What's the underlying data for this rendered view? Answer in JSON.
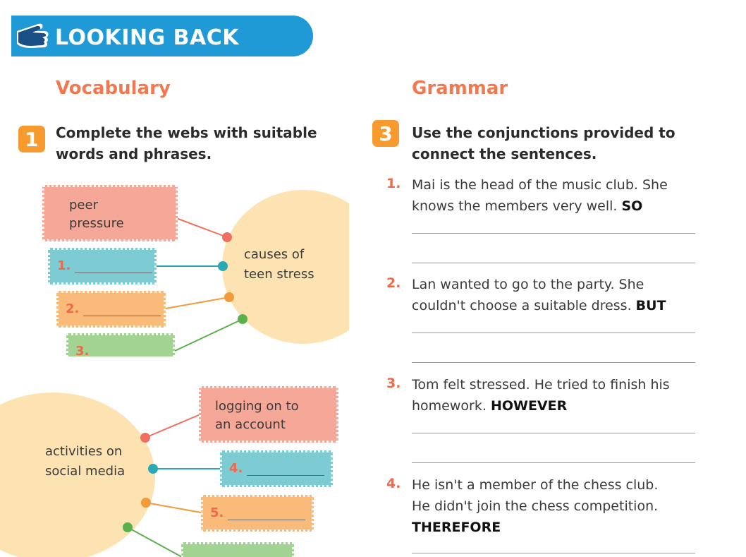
{
  "header": {
    "title": "LOOKING BACK"
  },
  "vocabulary": {
    "title": "Vocabulary",
    "exercise_number": "1",
    "instruction_line1": "Complete the webs with suitable",
    "instruction_line2": "words and phrases.",
    "web1": {
      "center_line1": "causes of",
      "center_line2": "teen stress",
      "example_line1": "peer",
      "example_line2": "pressure",
      "blank1_num": "1.",
      "blank2_num": "2.",
      "blank3_num": "3."
    },
    "web2": {
      "center_line1": "activities on",
      "center_line2": "social media",
      "example_line1": "logging on to",
      "example_line2": "an account",
      "blank4_num": "4.",
      "blank5_num": "5."
    }
  },
  "grammar": {
    "title": "Grammar",
    "exercise_number": "3",
    "instruction_line1": "Use the conjunctions provided to",
    "instruction_line2": "connect the sentences.",
    "questions": [
      {
        "num": "1.",
        "line1": "Mai is the head of the music club. She",
        "line2": "knows the members very well.",
        "conj": "SO"
      },
      {
        "num": "2.",
        "line1": "Lan wanted to go to the party. She",
        "line2": "couldn't choose a suitable dress.",
        "conj": "BUT"
      },
      {
        "num": "3.",
        "line1": "Tom felt stressed. He tried to finish his",
        "line2": "homework.",
        "conj": "HOWEVER"
      },
      {
        "num": "4.",
        "line1": "He isn't a member of the chess club.",
        "line2": "He didn't join the chess competition.",
        "conj": "THEREFORE"
      }
    ]
  },
  "colors": {
    "banner": "#1f9ad6",
    "section_title": "#f2794f",
    "badge": "#f79b2e",
    "circle": "#fde3b2",
    "red": "#f6a898",
    "teal": "#7dcbd3",
    "orange": "#f9ba7a",
    "green": "#a3d393"
  },
  "icons": {
    "banner_icon": "pointing-hand-icon"
  }
}
